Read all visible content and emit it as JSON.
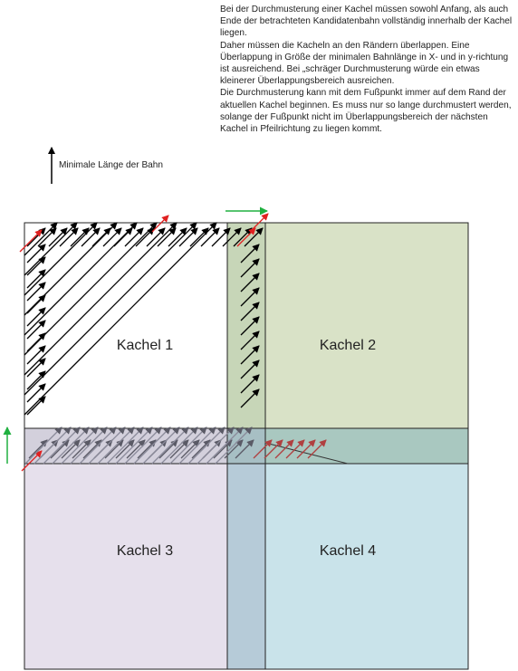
{
  "description": {
    "paragraphs": [
      "Bei der Durchmusterung einer Kachel müssen sowohl Anfang, als auch Ende der betrachteten Kandidatenbahn vollständig innerhalb der Kachel liegen.",
      "Daher müssen die Kacheln an den Rändern überlappen. Eine Überlappung in Größe der minimalen Bahnlänge in X- und in y-richtung ist ausreichend. Bei „schräger Durchmusterung würde ein etwas kleinerer Überlappungsbereich ausreichen.",
      "Die Durchmusterung kann mit dem Fußpunkt immer auf dem Rand der aktuellen Kachel beginnen. Es muss nur so lange durchmustert werden, solange der Fußpunkt nicht im Überlappungsbereich der nächsten Kachel in Pfeilrichtung zu liegen kommt."
    ]
  },
  "legend": {
    "label": "Minimale Länge der Bahn"
  },
  "tiles": [
    {
      "name": "Kachel 1",
      "color": "#ffffff"
    },
    {
      "name": "Kachel 2",
      "color": "#d9e2c7"
    },
    {
      "name": "Kachel 3",
      "color": "#e6e0ec"
    },
    {
      "name": "Kachel 4",
      "color": "#c9e3ea"
    }
  ],
  "colors": {
    "outline": "#222222",
    "arrow_primary": "#000000",
    "arrow_row": "#5a5a66",
    "arrow_red": "#e02020",
    "arrow_darkred": "#b04040",
    "arrow_green": "#20b040",
    "overlap_vertical": "#b6cbd8",
    "overlap_horizontal": "#a9c8c0"
  }
}
